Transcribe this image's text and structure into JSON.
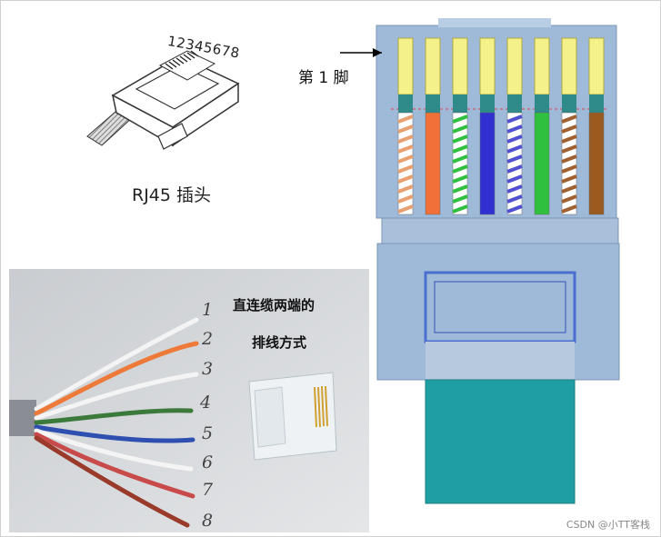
{
  "rj45_sketch": {
    "pin_numbers": "12345678",
    "label": "RJ45 插头"
  },
  "connector_diagram": {
    "pin1_label": "第 1 脚",
    "pins": [
      {
        "pin": 1,
        "color": "#e8a070",
        "stripe": true
      },
      {
        "pin": 2,
        "color": "#f07038",
        "stripe": false
      },
      {
        "pin": 3,
        "color": "#30c040",
        "stripe": true
      },
      {
        "pin": 4,
        "color": "#3030d0",
        "stripe": false
      },
      {
        "pin": 5,
        "color": "#5050d0",
        "stripe": true
      },
      {
        "pin": 6,
        "color": "#30c040",
        "stripe": false
      },
      {
        "pin": 7,
        "color": "#a06030",
        "stripe": true
      },
      {
        "pin": 8,
        "color": "#9a5a20",
        "stripe": false
      }
    ],
    "colors": {
      "body": "#9fbad8",
      "pin_tip": "#f4f08a",
      "clip": "#1f9fa3",
      "window_border": "#4a6fd0"
    }
  },
  "photo": {
    "title": "直连缆两端的",
    "subtitle": "排线方式",
    "wire_numbers": [
      "1",
      "2",
      "3",
      "4",
      "5",
      "6",
      "7",
      "8"
    ]
  },
  "watermark": "CSDN @小TT客栈"
}
